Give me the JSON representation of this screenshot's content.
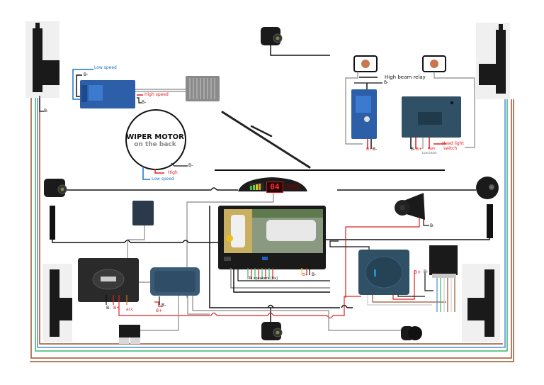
{
  "diagram": {
    "title": "Car electronics wiring diagram",
    "colors": {
      "ground_wire": "#111111",
      "power_wire": "#e02020",
      "signal_wire": "#888888",
      "low_speed_wire": "#1a73c8",
      "bus_green": "#3cb371",
      "bus_blue": "#4a90d9",
      "bus_brown": "#a0522d"
    },
    "components": {
      "door_lock_top_left": "Central door lock actuator",
      "door_lock_top_right": "Central door lock actuator",
      "door_lock_bottom_left": "Central door lock actuator",
      "door_lock_bottom_right": "Central door lock actuator",
      "rain_relay": "Rain sensor relay module",
      "rain_sensor": "Rain sensor plate",
      "wiper_motor": "Wiper motor",
      "wiper_arm": "Wiper arm",
      "front_camera": "Front camera",
      "left_camera": "Left camera",
      "right_camera": "Right camera",
      "rear_camera": "Rear camera",
      "light_sensor_1": "Light sensor",
      "light_sensor_2": "Light sensor",
      "high_beam_relay_module": "High beam relay module",
      "headlight_module": "Headlight control module",
      "parking_display": "Parking sensor display",
      "head_unit": "Android head unit 360 view",
      "siren": "Alarm siren",
      "alarm_brain": "Car alarm control unit",
      "alarm_module": "Alarm module",
      "camera_box": "360 camera control box",
      "lock_controller": "Central lock controller",
      "parking_sensor": "Parking sensor",
      "side_sensor_left": "Side sensor bar",
      "side_sensor_right": "Side sensor bar",
      "small_module": "Control module",
      "connector": "Connector block"
    },
    "labels": {
      "low_speed": "Low speed",
      "high_speed": "High speed",
      "b_minus": "B-",
      "b_plus": "B+",
      "wiper_motor_title": "WIPER MOTOR",
      "wiper_motor_sub": "on the back",
      "high": "High",
      "low_speed_motor": "Low speed",
      "high_beam_relay": "High beam relay",
      "park": "Park",
      "low_beam": "Low beam",
      "head_light_switch": "Head light",
      "switch": "switch",
      "acc": "acc",
      "to_speakers": "To speakers [8x]",
      "parking_display_value": "04"
    }
  }
}
